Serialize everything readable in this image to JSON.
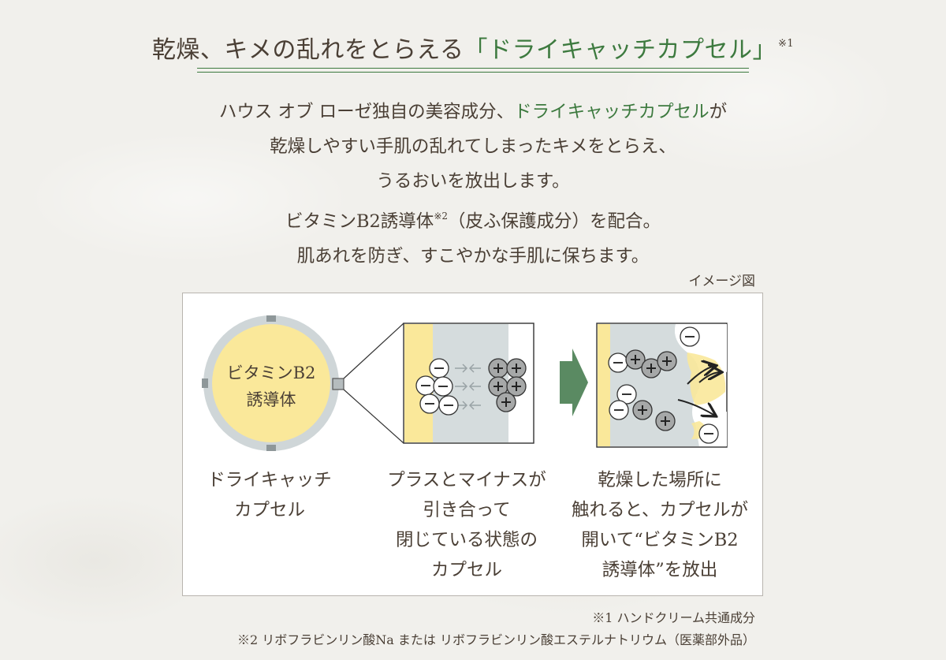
{
  "heading": {
    "prefix": "乾燥、キメの乱れをとらえる",
    "accent": "「ドライキャッチカプセル」",
    "note_mark": "※1"
  },
  "intro": {
    "line1_prefix": "ハウス オブ ローゼ独自の美容成分、",
    "line1_accent": "ドライキャッチカプセル",
    "line1_suffix": "が",
    "line2": "乾燥しやすい手肌の乱れてしまったキメをとらえ、",
    "line3": "うるおいを放出します。",
    "line4_prefix": "ビタミンB2誘導体",
    "line4_note": "※2",
    "line4_suffix": "（皮ふ保護成分）を配合。",
    "line5": "肌あれを防ぎ、すこやかな手肌に保ちます。"
  },
  "image_caption": "イメージ図",
  "diagram": {
    "capsule_label_line1": "ビタミンB2",
    "capsule_label_line2": "誘導体",
    "colors": {
      "green": "#3d7a3f",
      "arrow_green": "#5a8a62",
      "yellow": "#fae89a",
      "capsule_ring": "#cfd6d8",
      "gray_band": "#d5dcdd"
    },
    "caption1": [
      "ドライキャッチ",
      "カプセル"
    ],
    "caption2": [
      "プラスとマイナスが",
      "引き合って",
      "閉じている状態の",
      "カプセル"
    ],
    "caption3": [
      "乾燥した場所に",
      "触れると、カプセルが",
      "開いて“ビタミンB2",
      "誘導体”を放出"
    ]
  },
  "notes": {
    "note1": "※1 ハンドクリーム共通成分",
    "note2": "※2 リボフラビンリン酸Na または リボフラビンリン酸エステルナトリウム（医薬部外品）"
  }
}
